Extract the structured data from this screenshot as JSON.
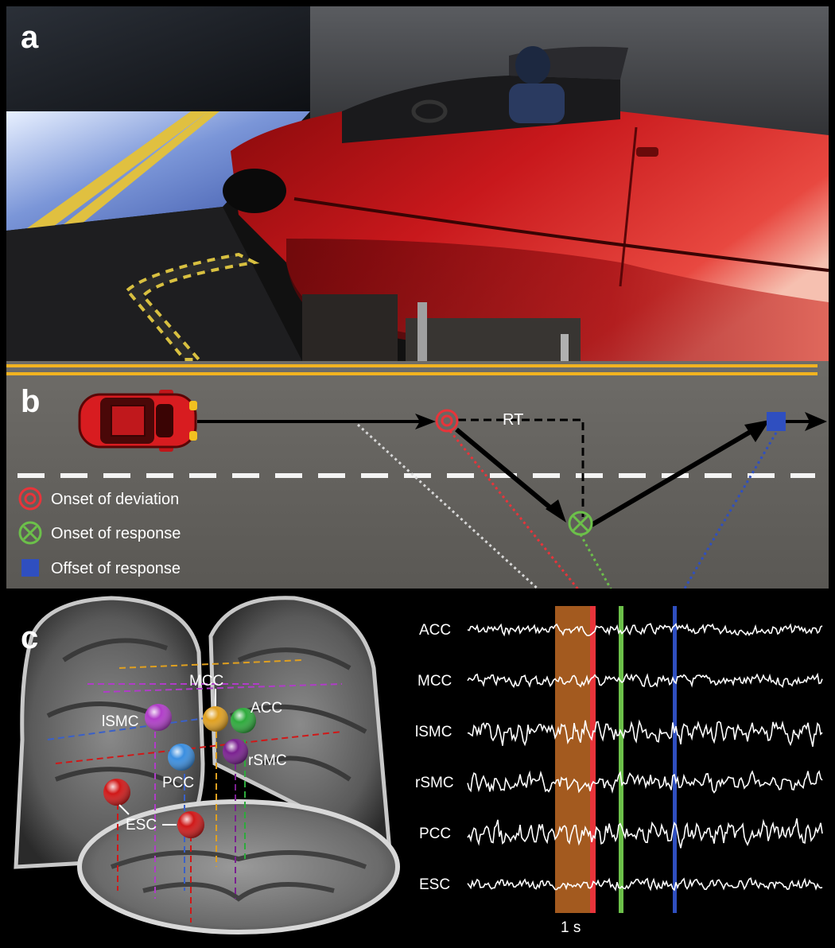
{
  "panels": {
    "a": {
      "letter": "a"
    },
    "b": {
      "letter": "b",
      "rt_label": "RT",
      "legend": [
        {
          "label": "Onset of deviation",
          "icon": "double-circle-icon",
          "color": "#e8343a"
        },
        {
          "label": "Onset of response",
          "icon": "circle-x-icon",
          "color": "#6cc04a"
        },
        {
          "label": "Offset of response",
          "icon": "square-icon",
          "color": "#2f4fc0"
        }
      ]
    },
    "c": {
      "letter": "c",
      "regions": [
        {
          "label": "MCC",
          "color": "#e0a020"
        },
        {
          "label": "ACC",
          "color": "#2eaa3c"
        },
        {
          "label": "lSMC",
          "color": "#b03cc8"
        },
        {
          "label": "rSMC",
          "color": "#7a2090"
        },
        {
          "label": "PCC",
          "color": "#3a8ee0"
        },
        {
          "label": "ESC",
          "color": "#d01818"
        }
      ],
      "eeg_channels": [
        "ACC",
        "MCC",
        "lSMC",
        "rSMC",
        "PCC",
        "ESC"
      ],
      "time_scale_label": "1 s",
      "colors": {
        "window": "#a35a1f",
        "deviation": "#e8343a",
        "response_onset": "#6cc04a",
        "response_offset": "#2f4fc0",
        "trace": "#ffffff"
      }
    }
  }
}
